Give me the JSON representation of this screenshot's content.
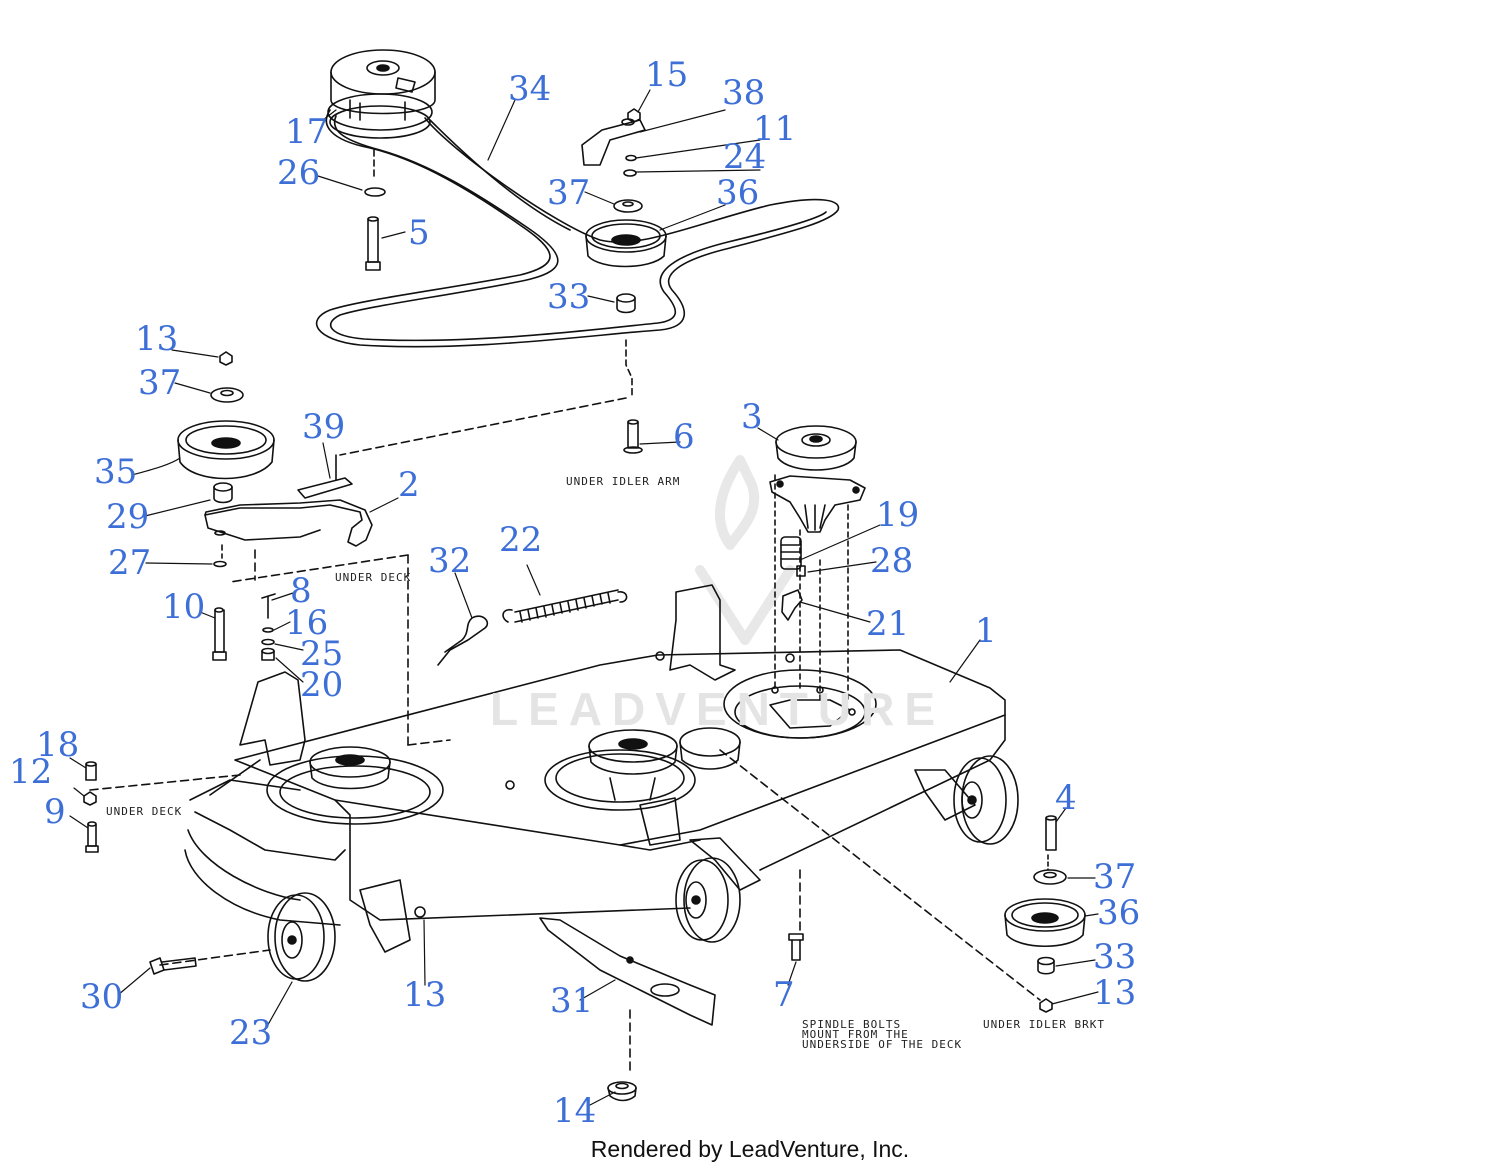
{
  "watermark": "LEADVENTURE",
  "footer": "Rendered by LeadVenture, Inc.",
  "notes": {
    "under_idler_arm": "UNDER IDLER ARM",
    "under_deck_upper": "UNDER DECK",
    "under_deck_left": "UNDER DECK",
    "spindle_1": "SPINDLE BOLTS",
    "spindle_2": "MOUNT FROM THE",
    "spindle_3": "UNDERSIDE OF THE DECK",
    "under_idler_brkt": "UNDER IDLER BRKT"
  },
  "callouts": {
    "c15": "15",
    "c38": "38",
    "c34": "34",
    "c11": "11",
    "c24": "24",
    "c17": "17",
    "c26": "26",
    "c37a": "37",
    "c36a": "36",
    "c5": "5",
    "c33a": "33",
    "c13a": "13",
    "c37b": "37",
    "c39": "39",
    "c6": "6",
    "c3": "3",
    "c35": "35",
    "c2": "2",
    "c29": "29",
    "c19": "19",
    "c22": "22",
    "c28": "28",
    "c27": "27",
    "c32": "32",
    "c8": "8",
    "c10": "10",
    "c16": "16",
    "c21": "21",
    "c1": "1",
    "c25": "25",
    "c20": "20",
    "c18": "18",
    "c12": "12",
    "c9": "9",
    "c4": "4",
    "c37c": "37",
    "c36b": "36",
    "c33b": "33",
    "c13b": "13",
    "c13c": "13",
    "c30": "30",
    "c31": "31",
    "c7": "7",
    "c23": "23",
    "c14": "14"
  },
  "colors": {
    "callout": "#3d6fd6",
    "line": "#111111",
    "watermark": "#e4e4e4"
  }
}
